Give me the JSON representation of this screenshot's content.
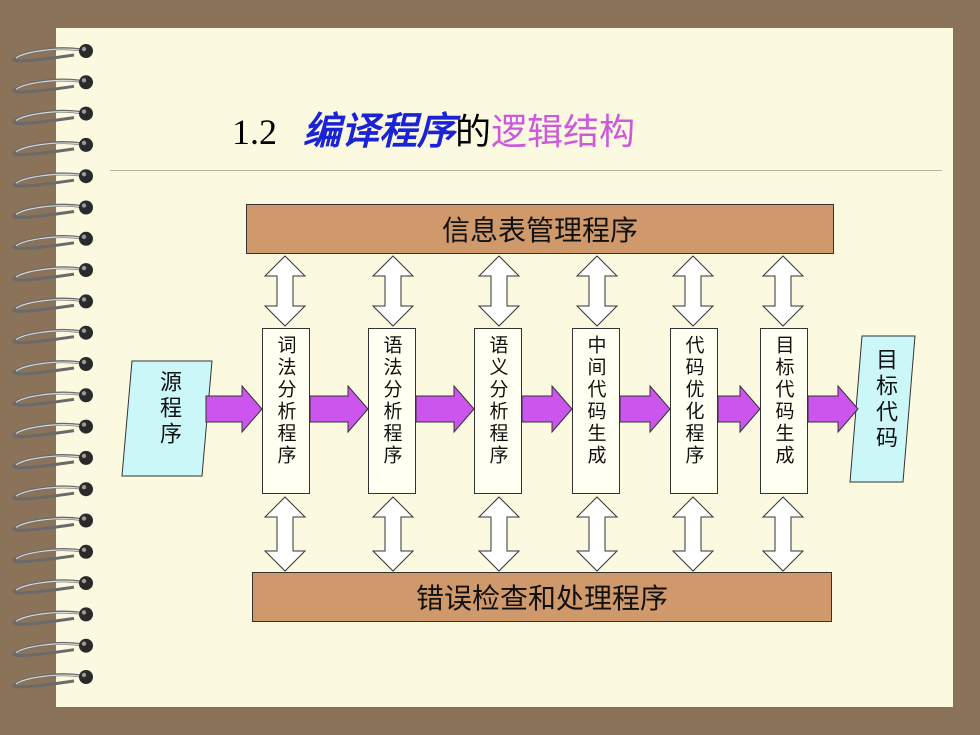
{
  "slide": {
    "title_number": "1.2",
    "title_part1": "编译程序",
    "title_part2": "的",
    "title_part3": "逻辑结构"
  },
  "diagram": {
    "top_bar": "信息表管理程序",
    "bottom_bar": "错误检查和处理程序",
    "input": "源程序",
    "output": "目标代码",
    "stages": [
      "词法分析程序",
      "语法分析程序",
      "语义分析程序",
      "中间代码生成",
      "代码优化程序",
      "目标代码生成"
    ]
  },
  "colors": {
    "background": "#8b735a",
    "slide": "#fbfae1",
    "bar_fill": "#d0996b",
    "io_fill": "#ccf7f9",
    "flow_arrow": "#cc55ee",
    "title_blue": "#1a23d6",
    "title_purple": "#cc5adb"
  }
}
